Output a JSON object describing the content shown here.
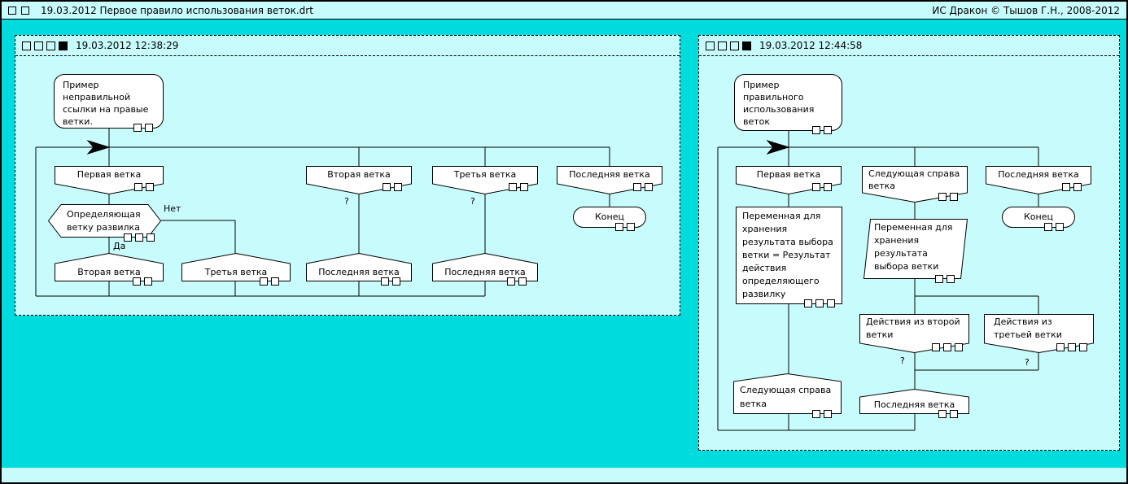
{
  "title_bar": {
    "document": "19.03.2012  Первое правило использования веток.drt",
    "credit": "ИС Дракон © Тышов Г.Н., 2008-2012"
  },
  "colors": {
    "desktop": "#00dcde",
    "panel": "#c8fbfc",
    "shape_fill": "#ffffff",
    "line": "#000000"
  },
  "left_panel": {
    "timestamp": "19.03.2012 12:38:29",
    "nodes": {
      "start": "Пример\nнеправильной\nссылки на правые\nветки.",
      "branch_first": "Первая ветка",
      "fork": "Определяющая\nветку развилка",
      "no": "Нет",
      "yes": "Да",
      "addr_second": "Вторая ветка",
      "addr_third": "Третья ветка",
      "branch_second": "Вторая ветка",
      "q1": "?",
      "addr_last_1": "Последняя ветка",
      "branch_third": "Третья ветка",
      "q2": "?",
      "addr_last_2": "Последняя ветка",
      "branch_last": "Последняя ветка",
      "end": "Конец"
    }
  },
  "right_panel": {
    "timestamp": "19.03.2012 12:44:58",
    "nodes": {
      "start": "Пример\nправильного\nиспользования\nветок",
      "branch_first": "Первая ветка",
      "action": "Переменная для\nхранения\nрезультата выбора\nветки = Результат\nдействия\nопределяющего\nразвилку",
      "addr_next": "Следующая справа\nветка",
      "branch_next": "Следующая справа\nветка",
      "io": "Переменная для\nхранения\nрезультата\nвыбора ветки",
      "case_second": "Действия из второй\nветки",
      "q1": "?",
      "case_third": "Действия из\nтретьей ветки",
      "q2": "?",
      "addr_last": "Последняя ветка",
      "branch_last": "Последняя ветка",
      "end": "Конец"
    }
  }
}
